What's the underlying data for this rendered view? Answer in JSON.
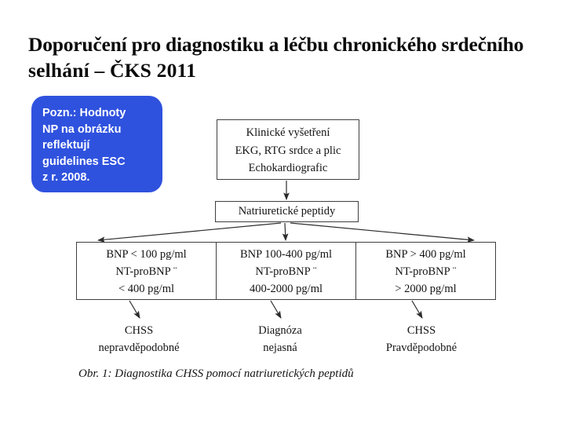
{
  "slide": {
    "background_color": "#ffffff",
    "title": {
      "line1": "Doporučení pro diagnostiku a léčbu chronického srdečního",
      "line2": "selhání –  ČKS 2011"
    }
  },
  "callout": {
    "background_color": "#2f52de",
    "text_color": "#ffffff",
    "lines": [
      "Pozn.: Hodnoty",
      "NP na obrázku",
      "reflektují",
      "guidelines ESC",
      "z r. 2008."
    ]
  },
  "figure": {
    "box_clinical": {
      "lines": [
        "Klinické vyšetření",
        "EKG, RTG srdce a plic",
        "Echokardiografic"
      ]
    },
    "box_np": {
      "label": "Natriuretické peptidy"
    },
    "results": [
      {
        "line1": "BNP < 100 pg/ml",
        "line2": "NT-proBNP ¨",
        "line3": "< 400 pg/ml"
      },
      {
        "line1": "BNP 100-400 pg/ml",
        "line2": "NT-proBNP ¨",
        "line3": "400-2000 pg/ml"
      },
      {
        "line1": "BNP > 400 pg/ml",
        "line2": "NT-proBNP ¨",
        "line3": "> 2000 pg/ml"
      }
    ],
    "outcomes": [
      {
        "line1": "CHSS",
        "line2": "nepravděpodobné"
      },
      {
        "line1": "Diagnóza",
        "line2": "nejasná"
      },
      {
        "line1": "CHSS",
        "line2": "Pravděpodobné"
      }
    ],
    "caption": "Obr. 1: Diagnostika CHSS pomocí natriuretických peptidů",
    "line_color": "#2b2b2b"
  }
}
